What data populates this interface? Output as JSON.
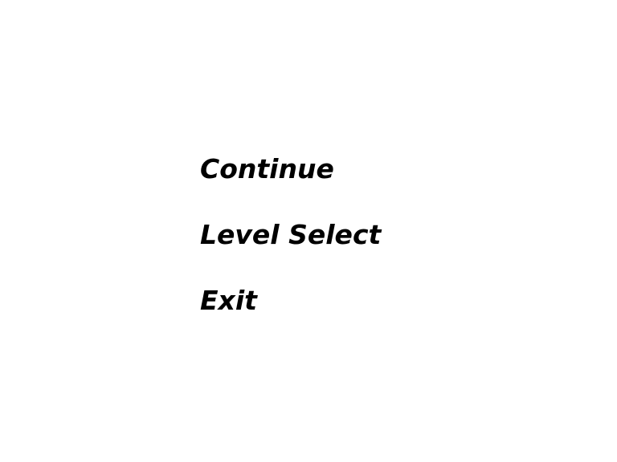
{
  "menu": {
    "items": [
      {
        "label": "Continue"
      },
      {
        "label": "Level Select"
      },
      {
        "label": "Exit"
      }
    ]
  },
  "colors": {
    "background": "#ffffff",
    "text": "#000000"
  }
}
